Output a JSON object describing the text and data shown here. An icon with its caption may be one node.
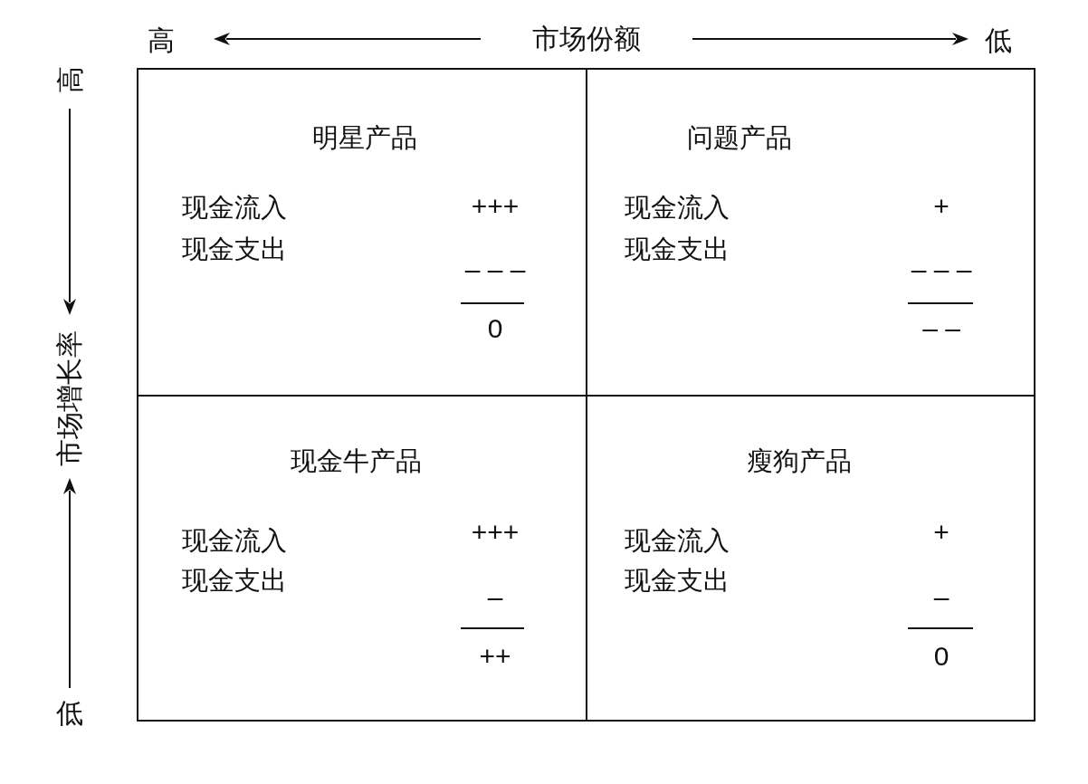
{
  "diagram": {
    "nodes": [
      {
        "text": [
          "明星产品",
          "现金流入",
          "+++",
          "现金支出",
          "– – –",
          "0"
        ]
      },
      {
        "text": [
          "问题产品",
          "现金流入",
          "+",
          "现金支出",
          "– – –",
          "– –"
        ]
      },
      {
        "text": [
          "现金牛产品",
          "现金流入",
          "+++",
          "现金支出",
          "–",
          "++"
        ]
      },
      {
        "text": [
          "瘦狗产品",
          "现金流入",
          "+",
          "现金支出",
          "–",
          "0"
        ]
      }
    ],
    "edges": [],
    "labels": [
      "高",
      "市场份额",
      "低",
      "高",
      "市场增长率",
      "低"
    ]
  }
}
